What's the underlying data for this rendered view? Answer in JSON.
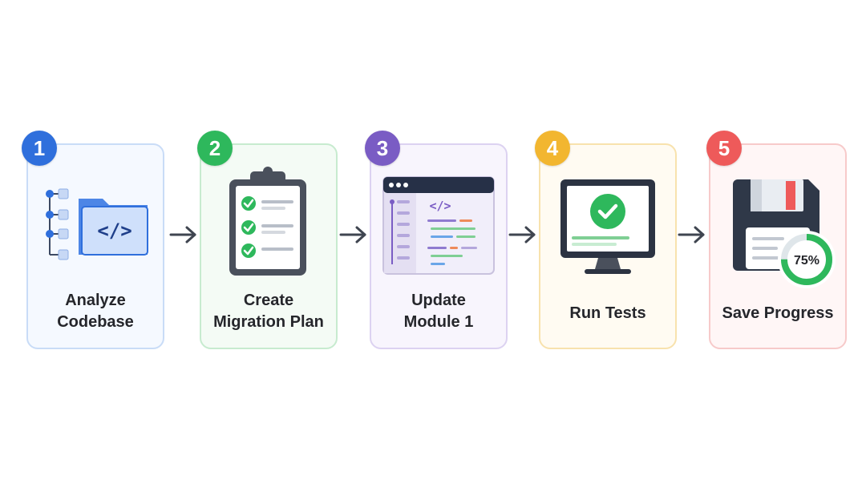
{
  "steps": [
    {
      "number": "1",
      "lines": [
        "Analyze",
        "Codebase"
      ],
      "icon": "codebase-folder-icon",
      "color": "#2f6fdc"
    },
    {
      "number": "2",
      "lines": [
        "Create",
        "Migration Plan"
      ],
      "icon": "checklist-clipboard-icon",
      "color": "#2eb85c"
    },
    {
      "number": "3",
      "lines": [
        "Update",
        "Module 1"
      ],
      "icon": "code-editor-icon",
      "color": "#7a5cc4"
    },
    {
      "number": "4",
      "lines": [
        "Run Tests"
      ],
      "icon": "monitor-check-icon",
      "color": "#f2b630"
    },
    {
      "number": "5",
      "lines": [
        "Save Progress"
      ],
      "icon": "floppy-disk-icon",
      "color": "#ee5a5a"
    }
  ],
  "progress": {
    "label": "75%",
    "value": 0.75
  },
  "connector_icon": "right-arrow-icon"
}
